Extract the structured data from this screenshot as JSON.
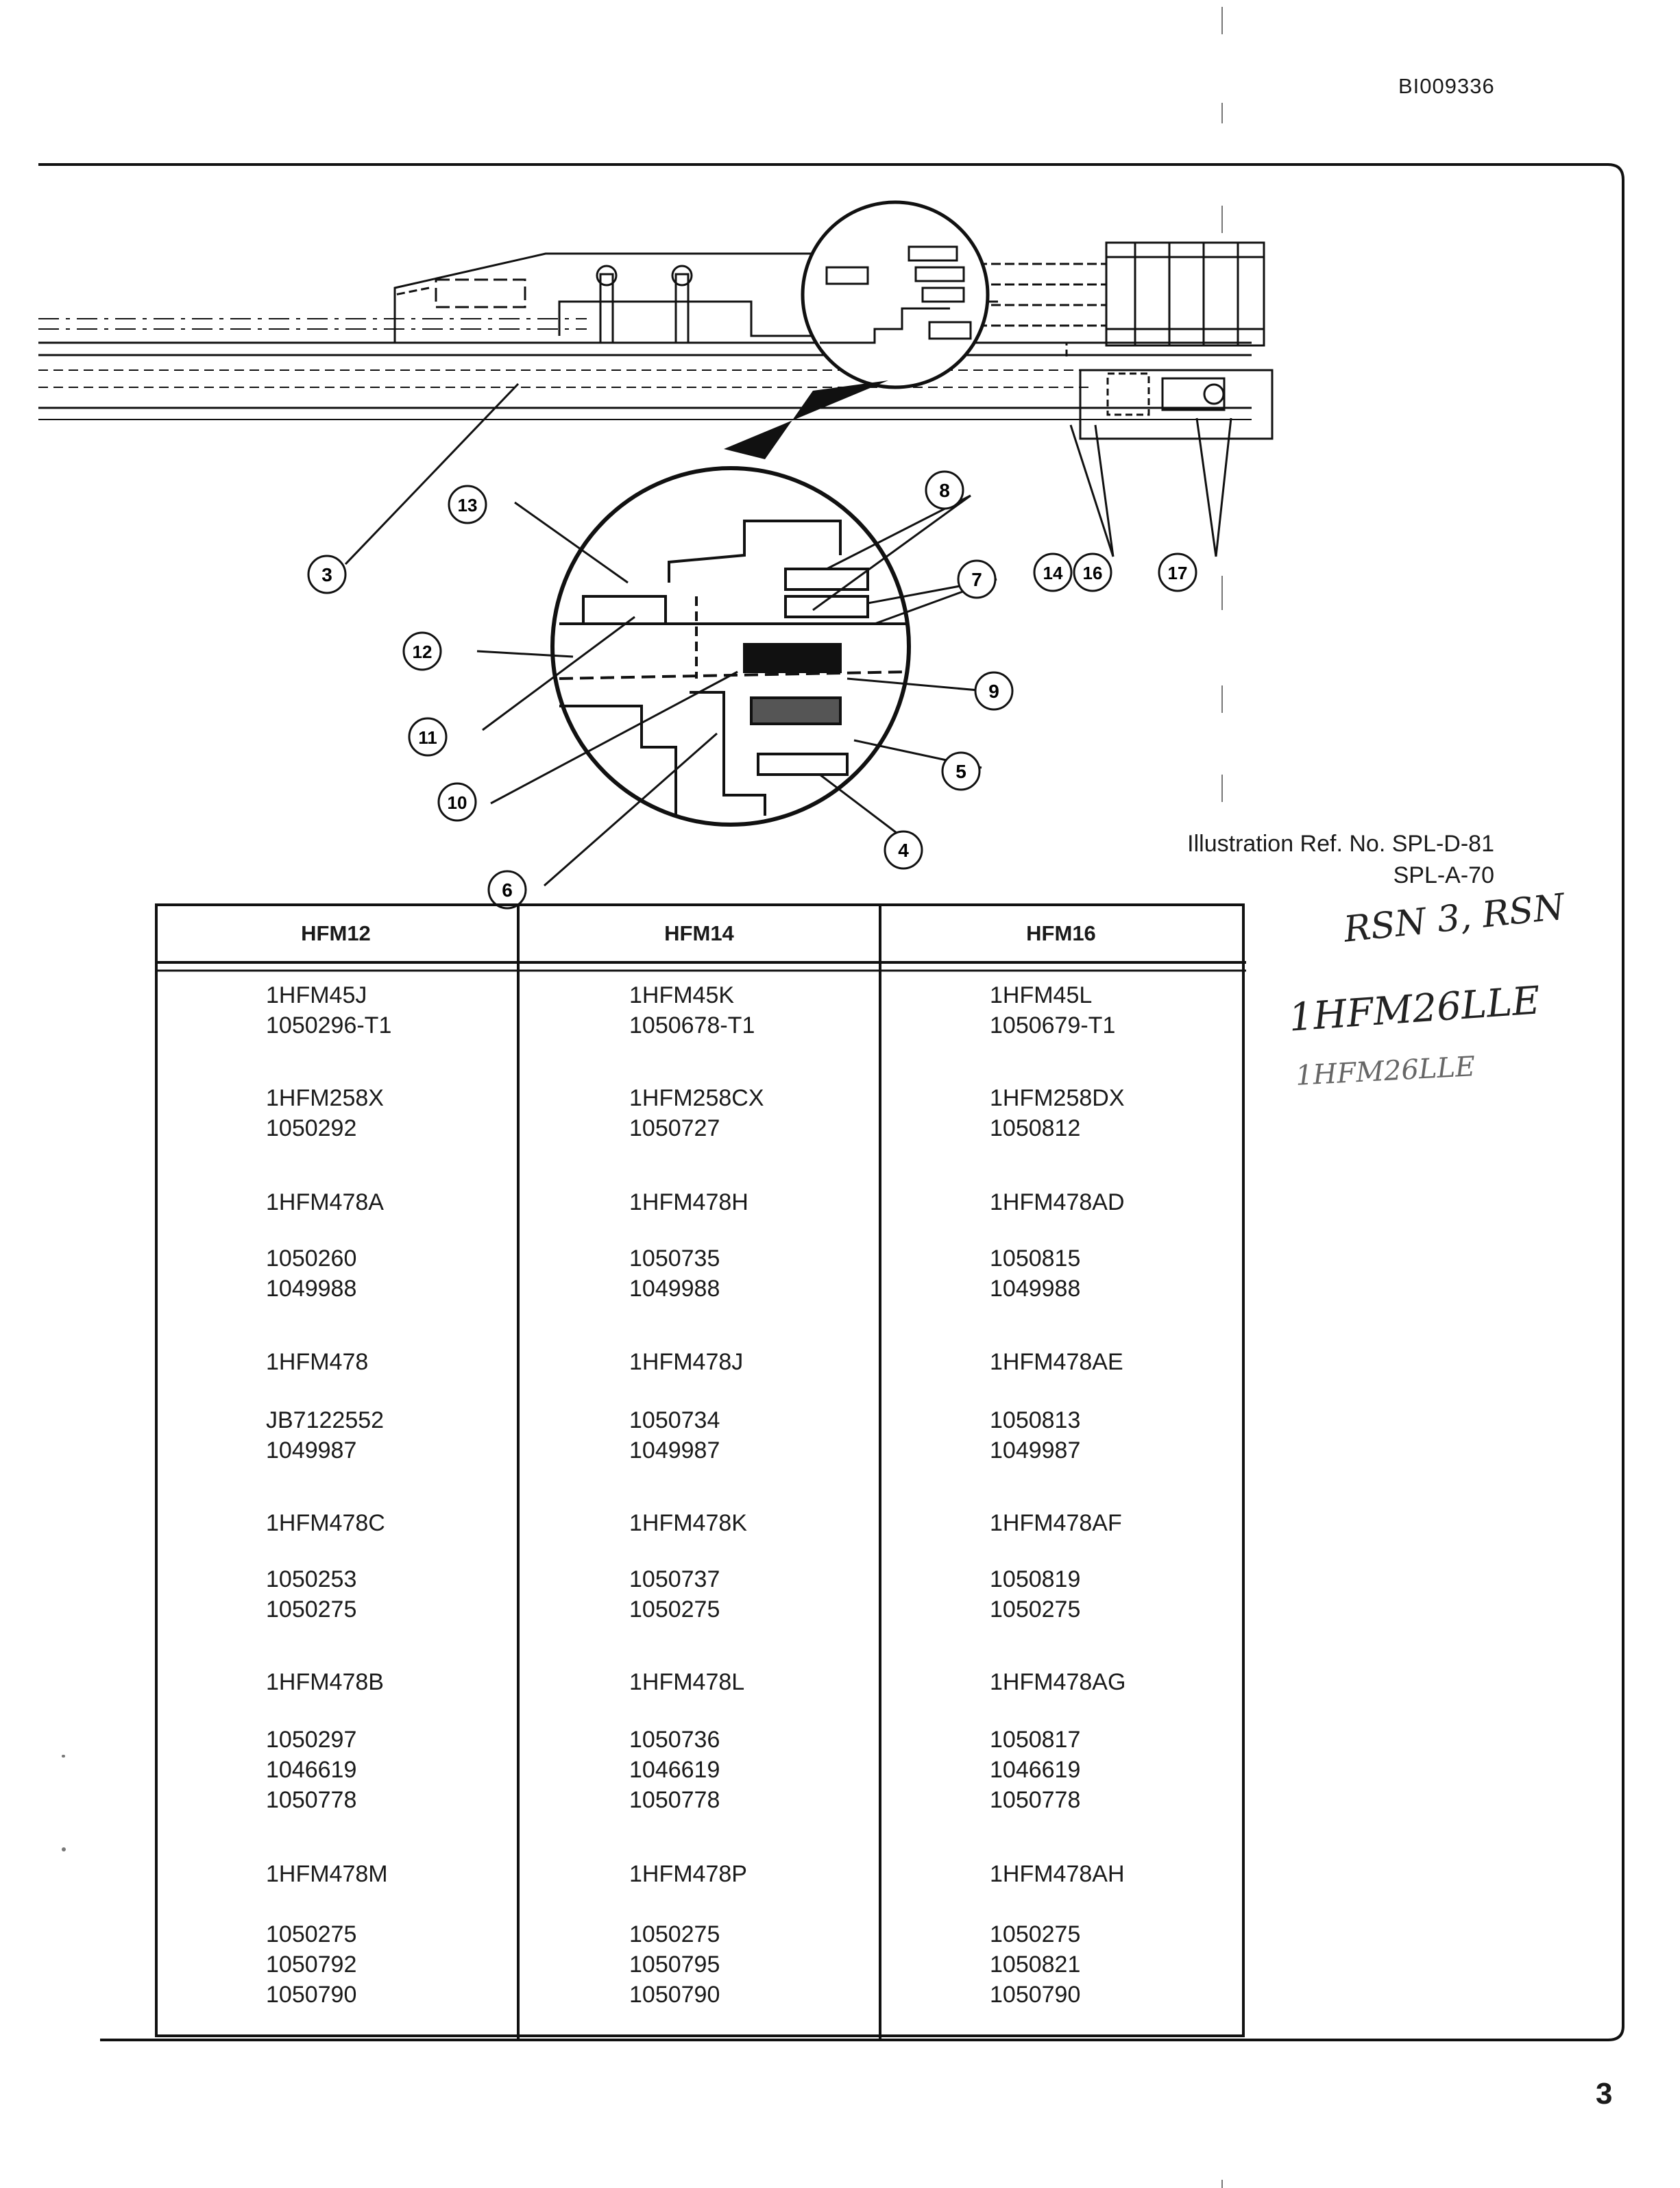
{
  "document": {
    "doc_id": "BI009336",
    "page_number": "3",
    "illustration_ref": {
      "line1": "Illustration Ref. No. SPL-D-81",
      "line2": "SPL-A-70"
    }
  },
  "callouts": [
    "3",
    "4",
    "5",
    "6",
    "7",
    "8",
    "9",
    "10",
    "11",
    "12",
    "13",
    "14",
    "16",
    "17"
  ],
  "table": {
    "headers": [
      "HFM12",
      "HFM14",
      "HFM16"
    ],
    "columns": [
      {
        "groups": [
          [
            "1HFM45J",
            "1050296-T1"
          ],
          [
            "1HFM258X",
            "1050292"
          ],
          [
            "1HFM478A"
          ],
          [
            "1050260",
            "1049988"
          ],
          [
            "1HFM478"
          ],
          [
            "JB7122552",
            "1049987"
          ],
          [
            "1HFM478C"
          ],
          [
            "1050253",
            "1050275"
          ],
          [
            "1HFM478B"
          ],
          [
            "1050297",
            "1046619",
            "1050778"
          ],
          [
            "1HFM478M"
          ],
          [
            "1050275",
            "1050792",
            "1050790"
          ]
        ]
      },
      {
        "groups": [
          [
            "1HFM45K",
            "1050678-T1"
          ],
          [
            "1HFM258CX",
            "1050727"
          ],
          [
            "1HFM478H"
          ],
          [
            "1050735",
            "1049988"
          ],
          [
            "1HFM478J"
          ],
          [
            "1050734",
            "1049987"
          ],
          [
            "1HFM478K"
          ],
          [
            "1050737",
            "1050275"
          ],
          [
            "1HFM478L"
          ],
          [
            "1050736",
            "1046619",
            "1050778"
          ],
          [
            "1HFM478P"
          ],
          [
            "1050275",
            "1050795",
            "1050790"
          ]
        ]
      },
      {
        "groups": [
          [
            "1HFM45L",
            "1050679-T1"
          ],
          [
            "1HFM258DX",
            "1050812"
          ],
          [
            "1HFM478AD"
          ],
          [
            "1050815",
            "1049988"
          ],
          [
            "1HFM478AE"
          ],
          [
            "1050813",
            "1049987"
          ],
          [
            "1HFM478AF"
          ],
          [
            "1050819",
            "1050275"
          ],
          [
            "1HFM478AG"
          ],
          [
            "1050817",
            "1046619",
            "1050778"
          ],
          [
            "1HFM478AH"
          ],
          [
            "1050275",
            "1050821",
            "1050790"
          ]
        ]
      }
    ]
  },
  "handwriting": {
    "line1": "RSN 3, RSN",
    "line2": "1HFM26LLE",
    "line3": "1HFM26LLE"
  }
}
